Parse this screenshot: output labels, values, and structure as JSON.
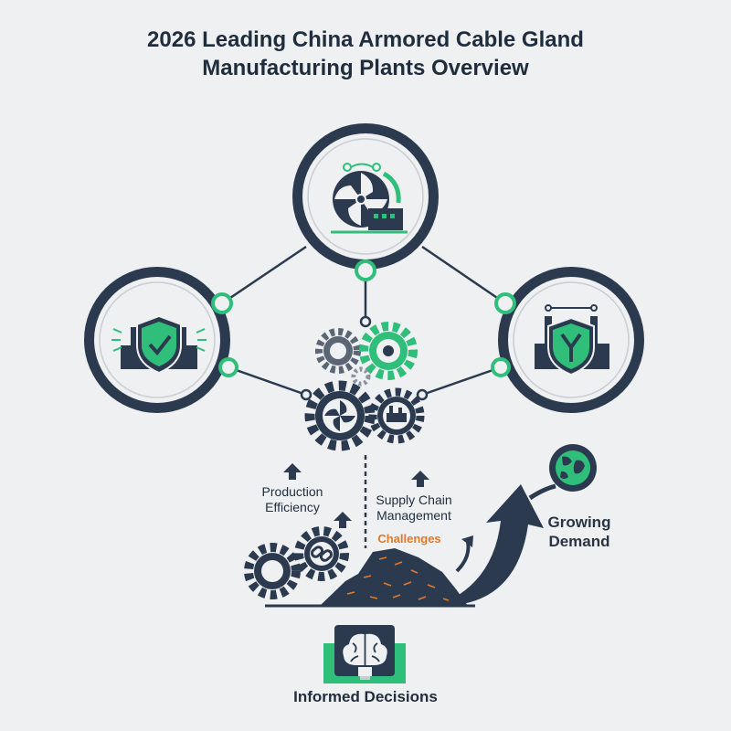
{
  "title": {
    "line1": "2026 Leading China Armored Cable Gland",
    "line2": "Manufacturing Plants Overview"
  },
  "labels": {
    "production_line1": "Production",
    "production_line2": "Efficiency",
    "supply_line1": "Supply Chain",
    "supply_line2": "Management",
    "challenges": "Challenges",
    "growing_line1": "Growing",
    "growing_line2": "Demand",
    "informed": "Informed Decisions"
  },
  "colors": {
    "navy": "#2b3a4e",
    "green": "#2fbf7a",
    "accent_orange": "#e07a2c",
    "background": "#eef0f2"
  },
  "icons": {
    "top_circle": "factory-fan-icon",
    "left_circle": "factory-shield-check-icon",
    "right_circle": "factory-shield-y-icon",
    "center": "gear-cluster-icon",
    "globe": "globe-icon",
    "brain": "brain-bulb-icon"
  }
}
